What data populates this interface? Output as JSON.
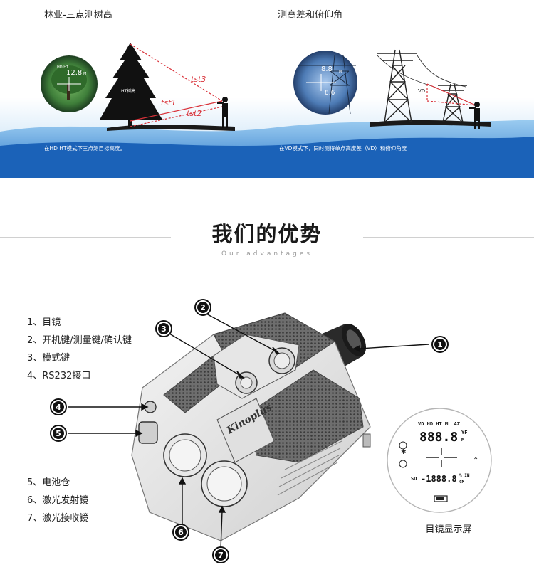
{
  "banner": {
    "left_title": "林业-三点测树高",
    "left_caption": "在HD HT模式下三点测目标高度。",
    "right_title": "测高差和俯仰角",
    "right_caption": "在VD模式下，同时测得单点高度差（VD）和俯仰角度",
    "inset_left": {
      "mode": "HD HT",
      "value": "12.8",
      "unit": "M"
    },
    "tree_label": "HT树高",
    "tst_labels": [
      "tst3",
      "tst1",
      "tst2"
    ],
    "inset_right": {
      "value_top": "8.8",
      "value_bottom": "8.6",
      "unit": "M"
    },
    "vd_label": "VD"
  },
  "advantages": {
    "title": "我们的优势",
    "subtitle": "Our advantages"
  },
  "labels": [
    "1、目镜",
    "2、开机键/测量键/确认键",
    "3、模式键",
    "4、RS232接口",
    "5、电池仓",
    "6、激光发射镜",
    "7、激光接收镜"
  ],
  "callouts": [
    "1",
    "2",
    "3",
    "4",
    "5",
    "6",
    "7"
  ],
  "brand_logo": "Kinoplus",
  "screen": {
    "caption": "目镜显示屏",
    "mode_row": "VD HD HT ML AZ",
    "main_digits": "888.8",
    "unit_yf": "YF",
    "unit_m": "M",
    "sd_label": "SD",
    "sub_digits": "-1888.8",
    "unit_pct_in": "% IN",
    "unit_cm": "CM"
  }
}
